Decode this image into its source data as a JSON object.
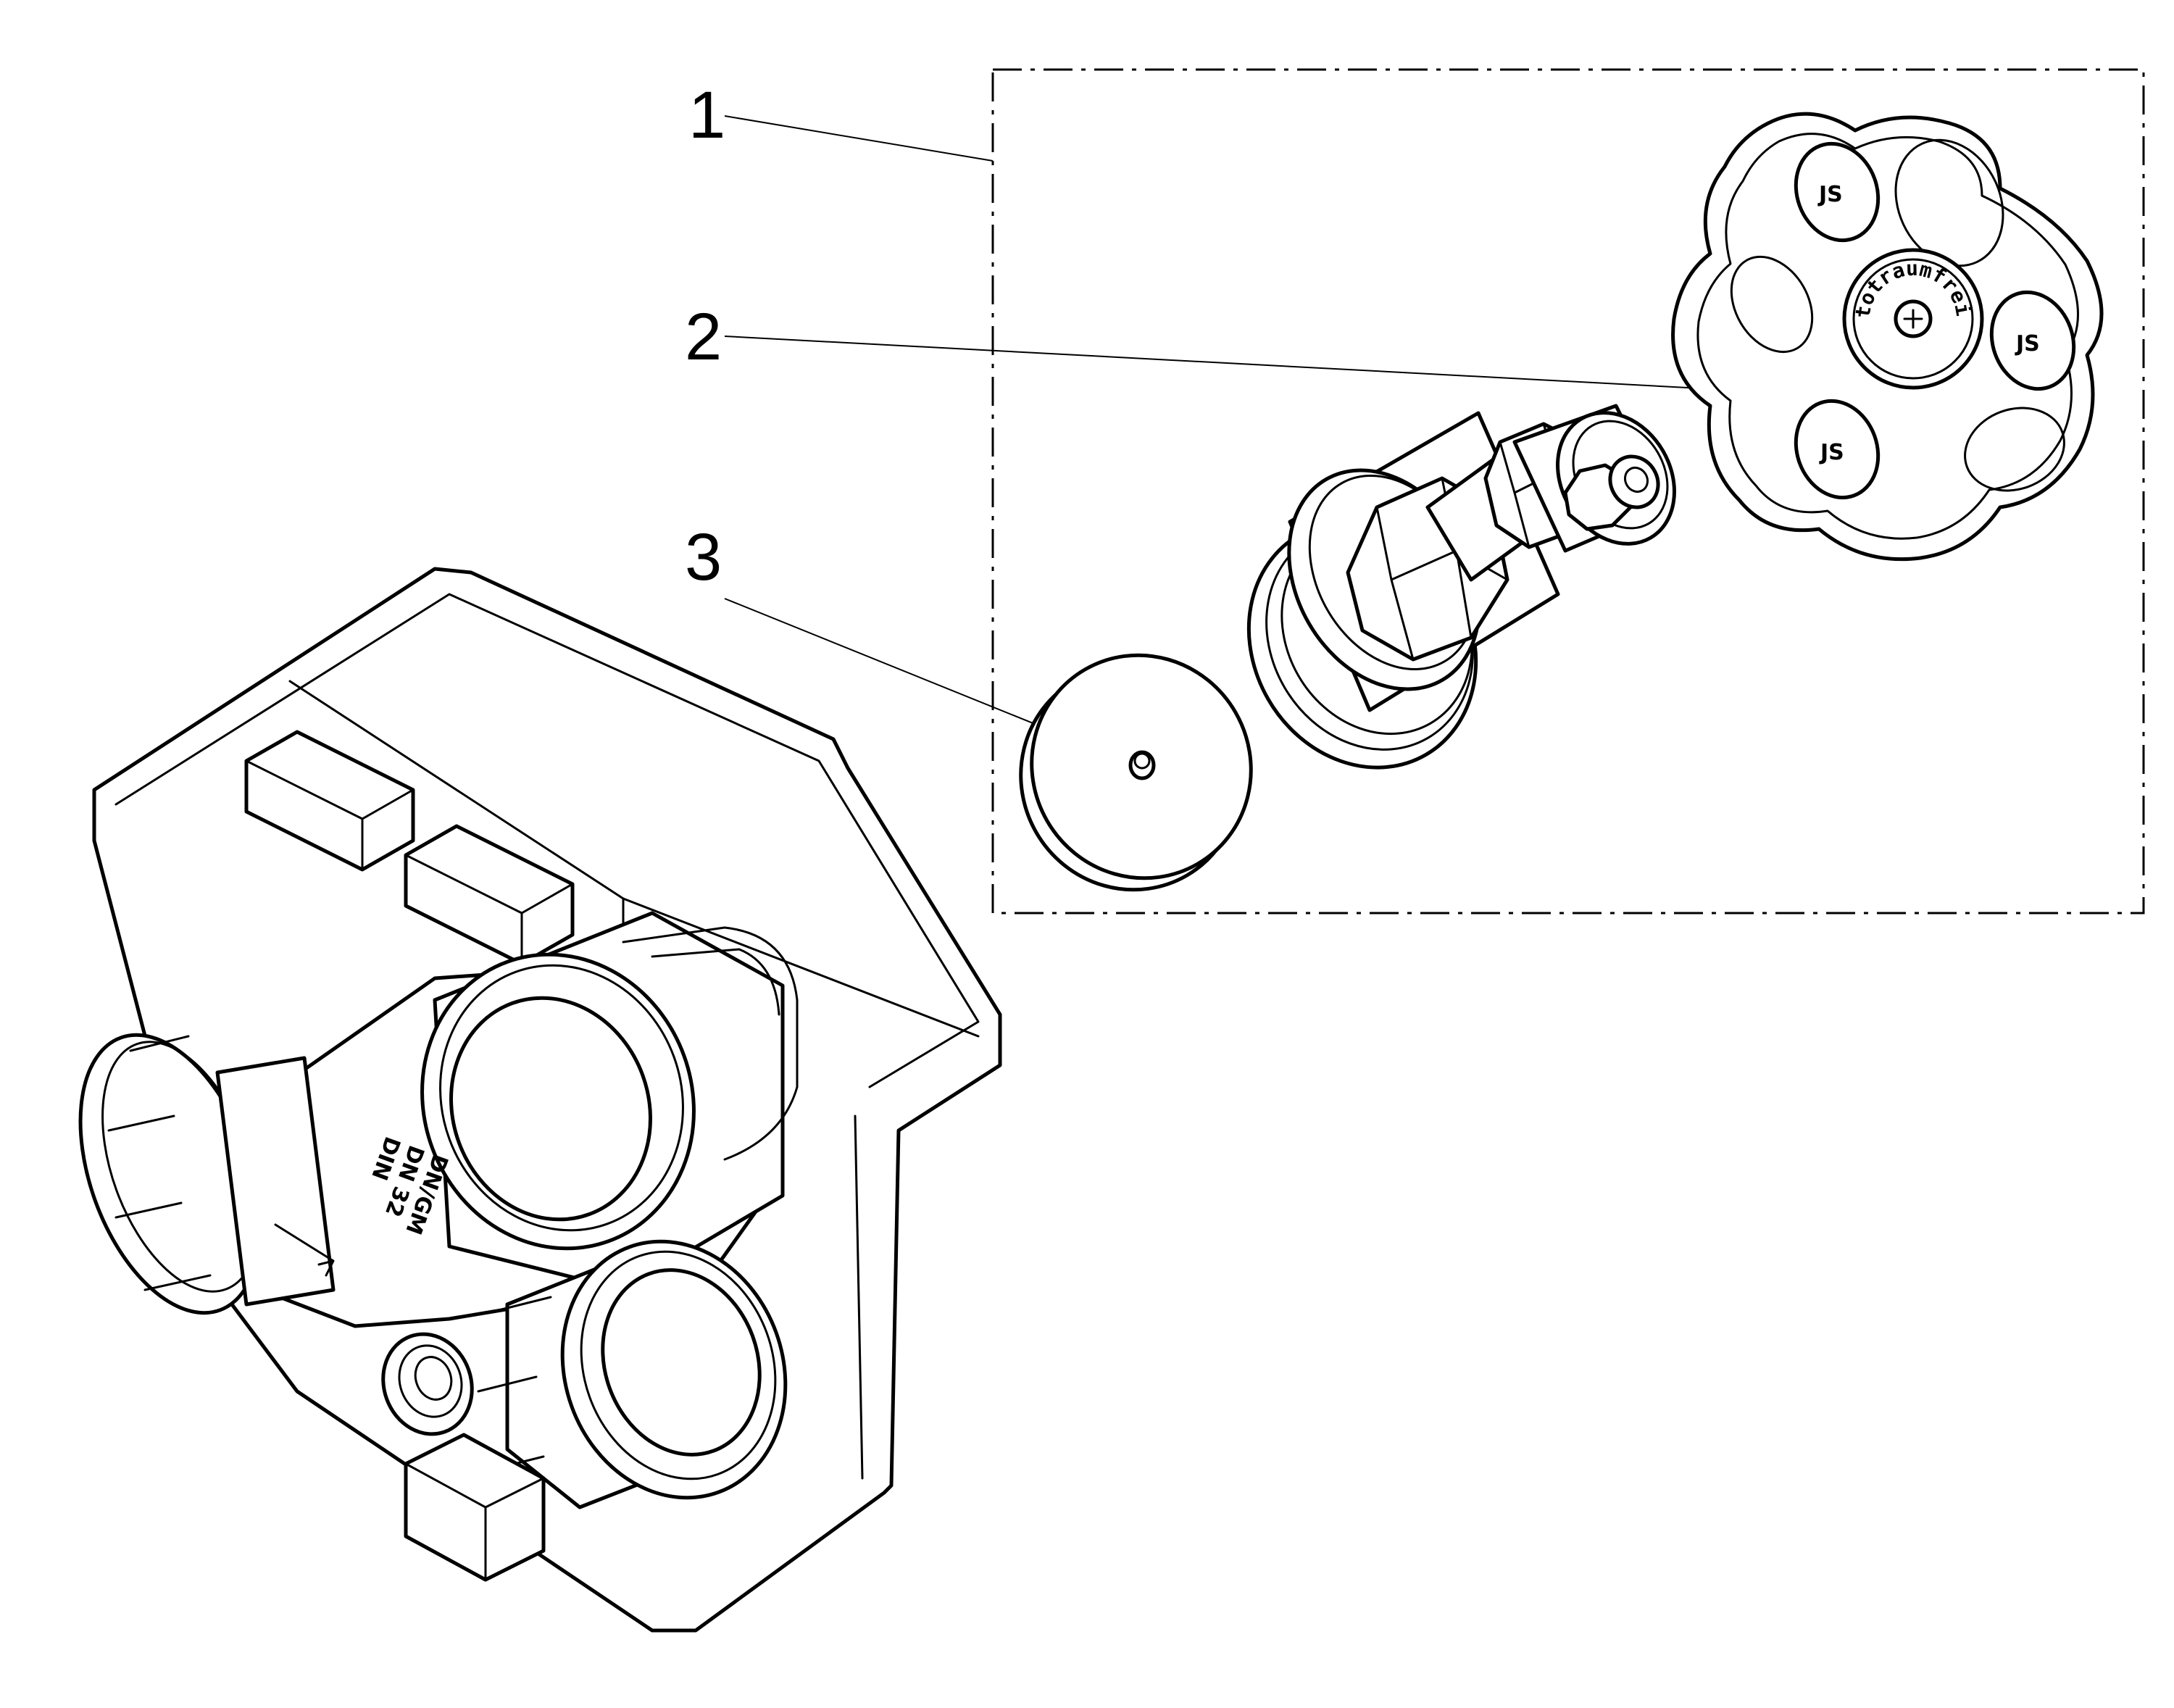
{
  "callouts": [
    {
      "number": "1"
    },
    {
      "number": "2"
    },
    {
      "number": "3"
    }
  ],
  "markings": {
    "body_line_1": "DN/GM",
    "body_line_2": "DN 32",
    "body_line_3": "DIN",
    "knob_ring": "totraumfrei",
    "knob_logo": "JS"
  }
}
